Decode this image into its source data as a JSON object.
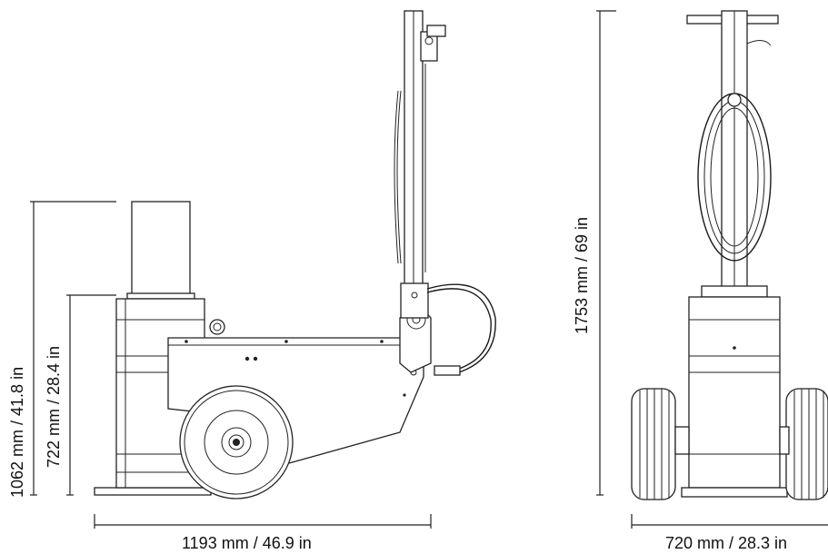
{
  "dimensions": {
    "side_length": "1193 mm  /  46.9 in",
    "max_height": "1062 mm  /  41.8 in",
    "min_height": "722 mm  /  28.4 in",
    "front_width": "720 mm  /  28.3 in",
    "handle_height": "1753 mm  /  69 in"
  }
}
